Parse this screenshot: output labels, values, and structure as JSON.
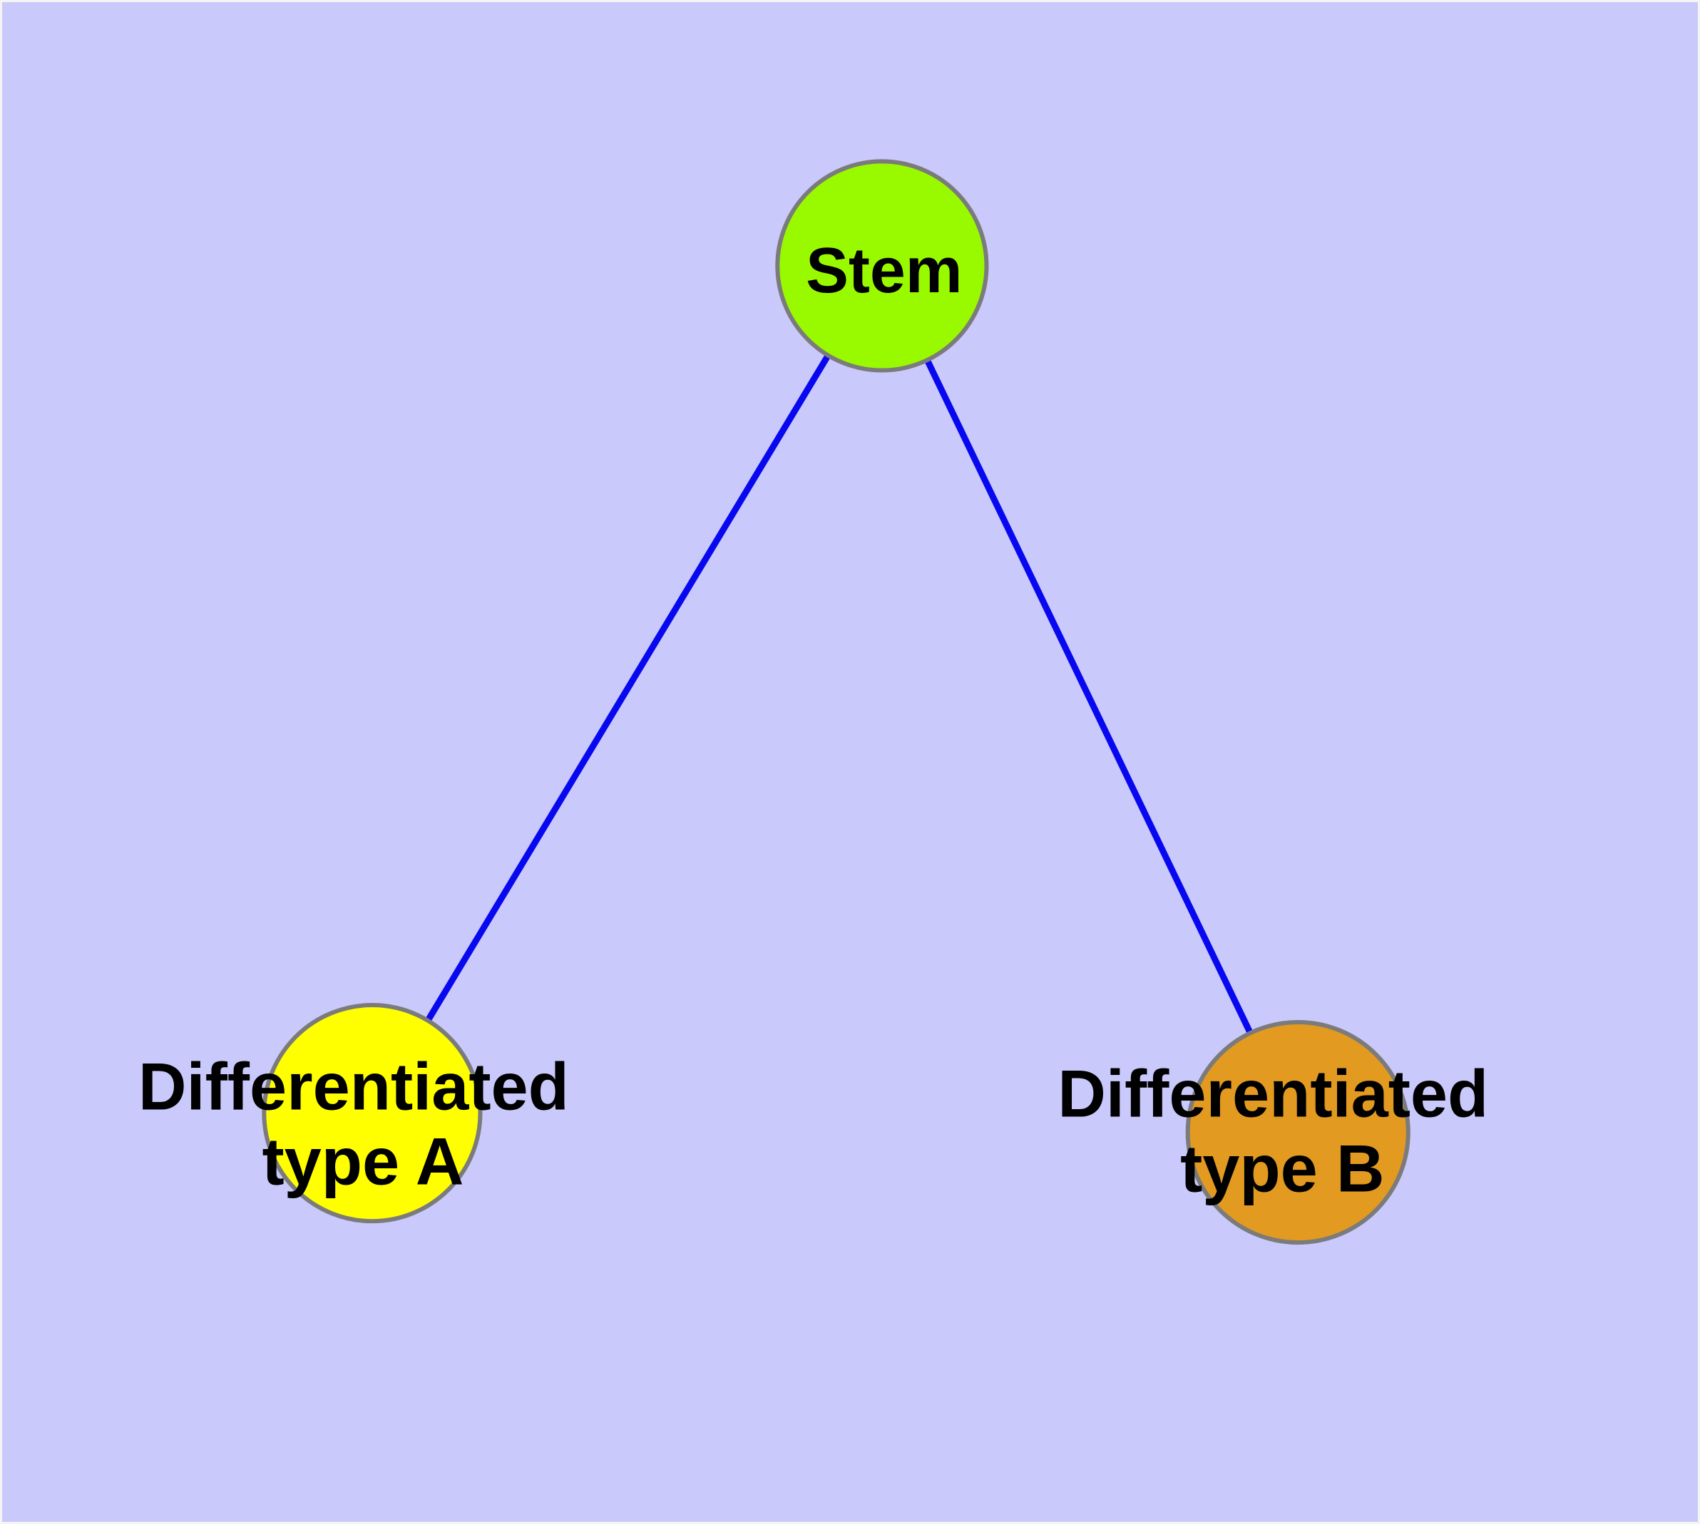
{
  "diagram": {
    "background_color": "#c9c9fb",
    "edge_color": "#0808f0",
    "node_border_color": "#7b7b7b",
    "text_color": "#000000",
    "nodes": [
      {
        "id": "stem",
        "label": "Stem",
        "fill": "#99fa00"
      },
      {
        "id": "differentiated-type-a",
        "label_line1": "Differentiated",
        "label_line2": "type A",
        "fill": "#ffff00"
      },
      {
        "id": "differentiated-type-b",
        "label_line1": "Differentiated",
        "label_line2": "type B",
        "fill": "#e29a20"
      }
    ],
    "edges": [
      {
        "from": "Stem",
        "to": "Differentiated type A"
      },
      {
        "from": "Stem",
        "to": "Differentiated type B"
      }
    ]
  }
}
